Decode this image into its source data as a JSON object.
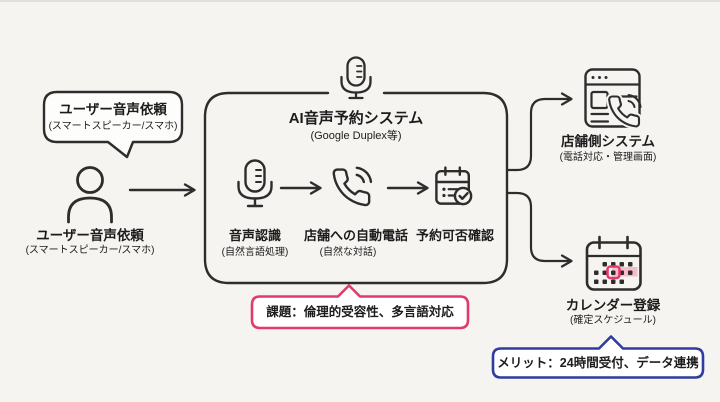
{
  "colors": {
    "background": "#f5f4f1",
    "ink": "#2d2d2d",
    "text": "#1c1c1c",
    "pink": "#e23a6f",
    "pink_light": "#f6bcca",
    "blue": "#2e3d9f"
  },
  "user_bubble": {
    "title": "ユーザー音声依頼",
    "subtitle": "(スマートスピーカー/スマホ)"
  },
  "user": {
    "label": "ユーザー音声依頼",
    "sublabel": "(スマートスピーカー/スマホ)"
  },
  "system_box": {
    "title": "AI音声予約システム",
    "subtitle": "(Google Duplex等)",
    "steps": [
      {
        "label": "音声認識",
        "sublabel": "(自然言語処理)"
      },
      {
        "label": "店舗への自動電話",
        "sublabel": "(自然な対話)"
      },
      {
        "label": "予約可否確認",
        "sublabel": ""
      }
    ]
  },
  "issue_callout": {
    "text": "課題：倫理的受容性、多言語対応"
  },
  "outputs": [
    {
      "label": "店舗側システム",
      "sublabel": "(電話対応・管理画面)"
    },
    {
      "label": "カレンダー登録",
      "sublabel": "(確定スケジュール)"
    }
  ],
  "merit_callout": {
    "text": "メリット：24時間受付、データ連携"
  },
  "icons": {
    "user": "person-icon",
    "system_header": "microphone-icon",
    "step1": "microphone-icon",
    "step2": "phone-call-icon",
    "step3": "calendar-check-icon",
    "output1": "browser-phone-icon",
    "output2": "calendar-highlight-icon"
  }
}
